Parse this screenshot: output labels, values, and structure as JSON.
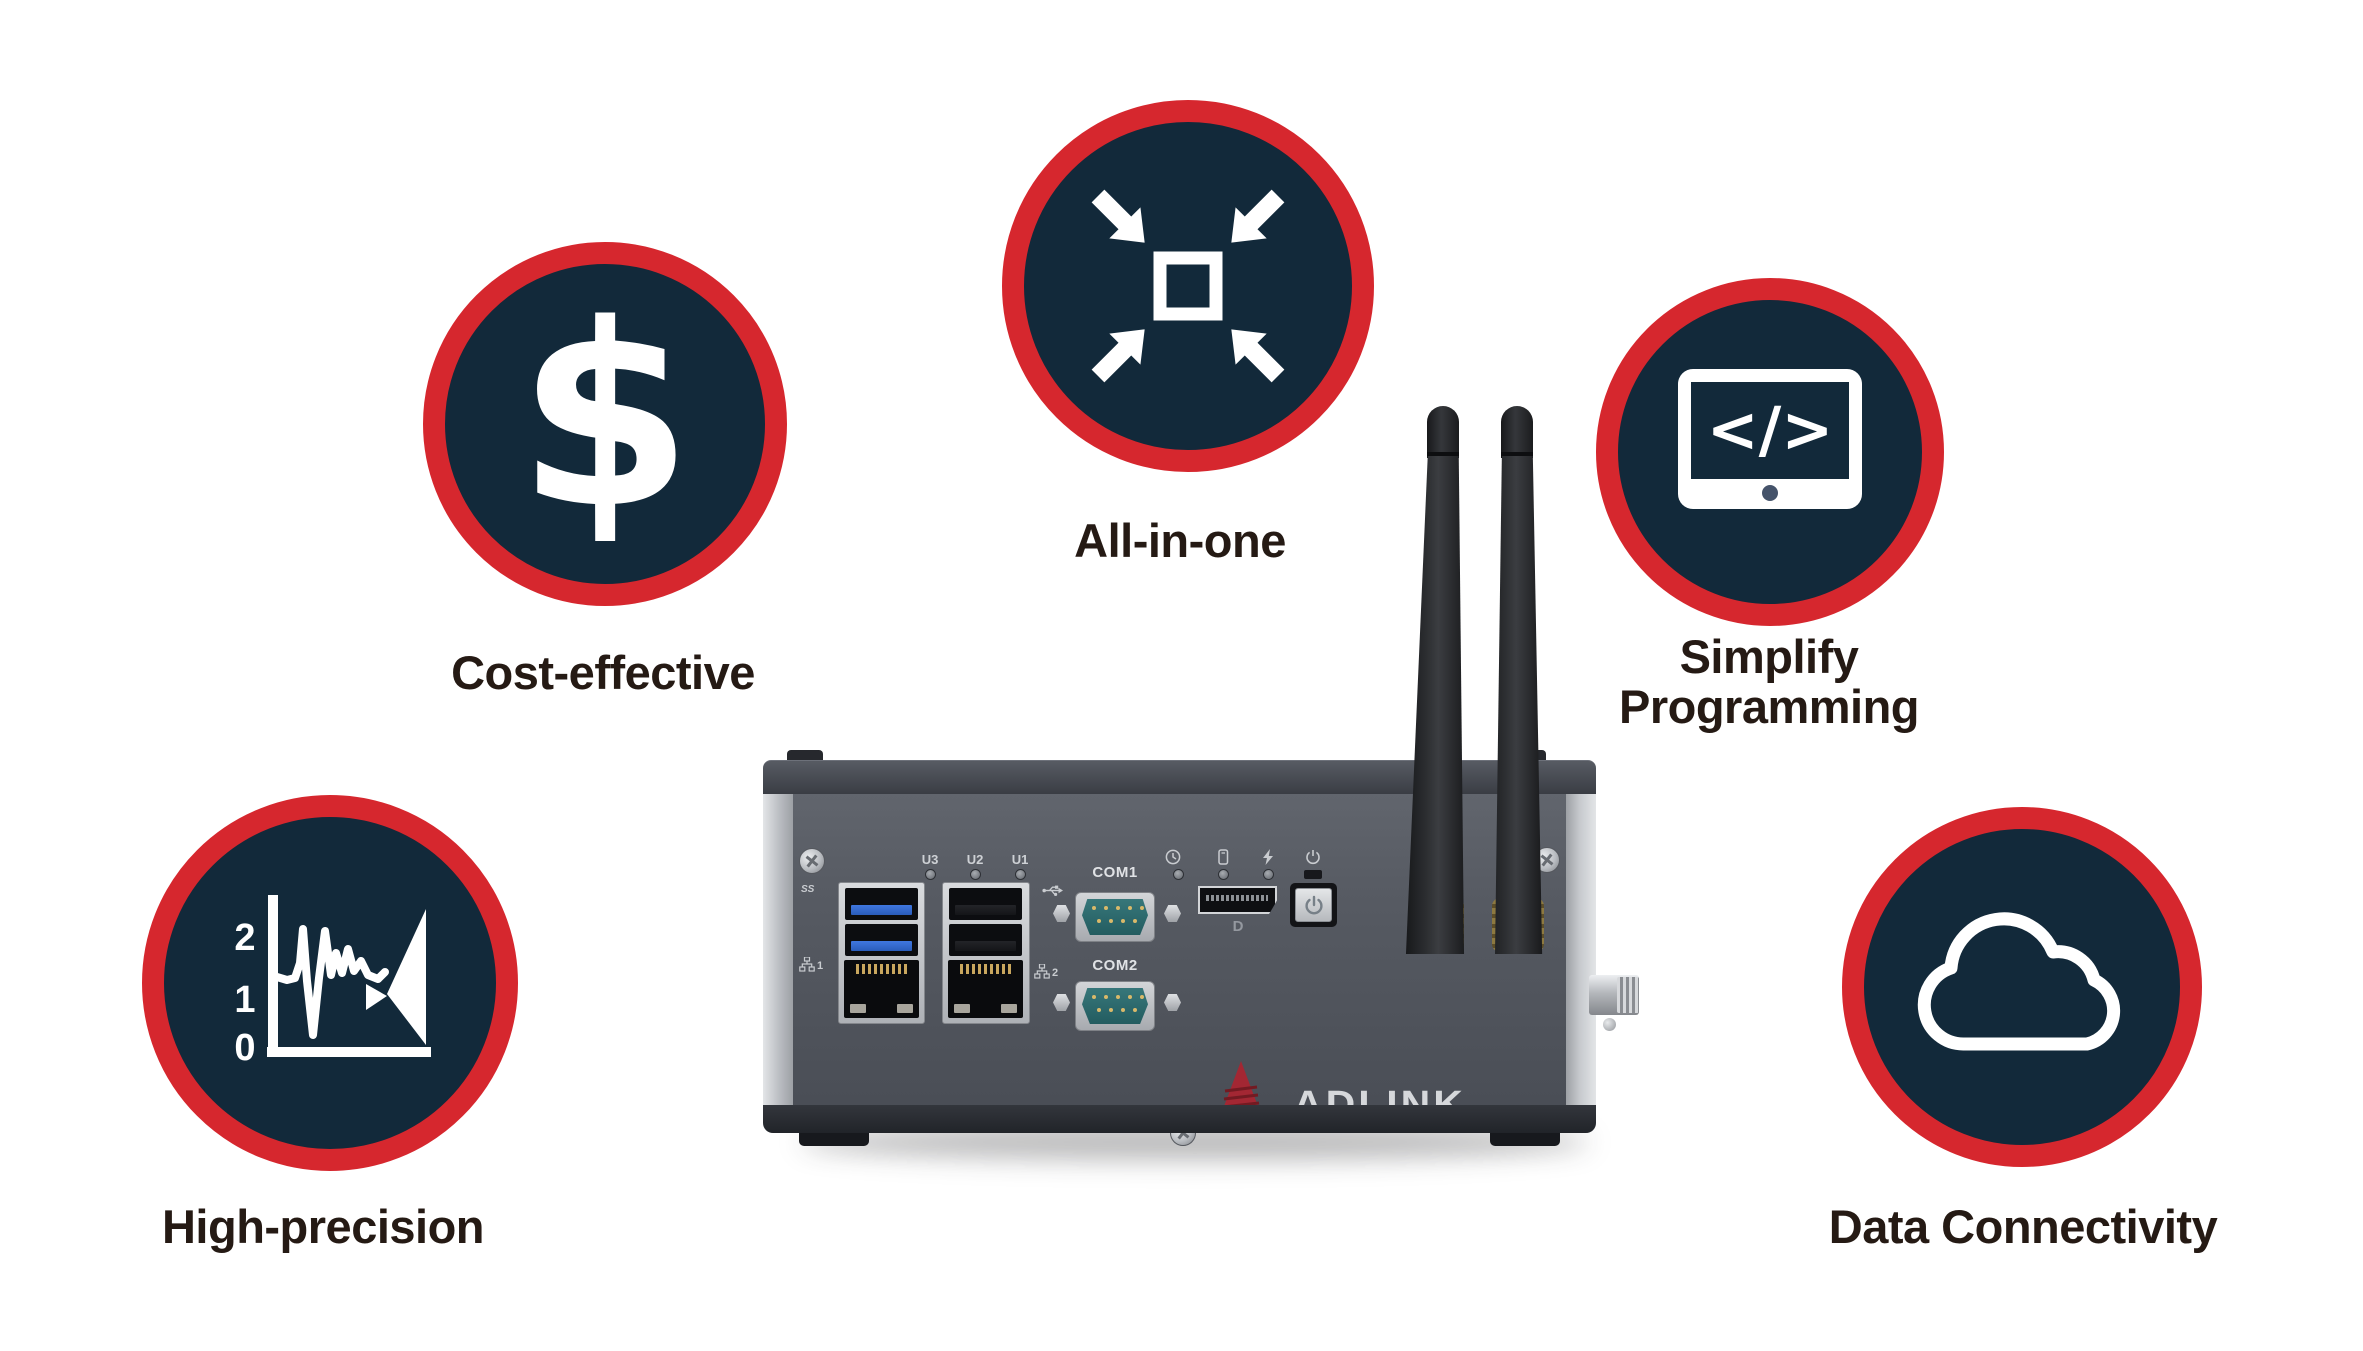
{
  "background": "#ffffff",
  "colors": {
    "ring_red": "#d6272e",
    "circle_navy": "#12293a",
    "label_text": "#251a14",
    "icon_white": "#ffffff"
  },
  "features": [
    {
      "name": "cost-effective",
      "label": "Cost-effective",
      "icon": "dollar-icon",
      "glyph": "$"
    },
    {
      "name": "all-in-one",
      "label": "All-in-one",
      "icon": "compress-arrows-icon"
    },
    {
      "name": "simplify-programming",
      "label_line1": "Simplify",
      "label_line2": "Programming",
      "icon": "code-screen-icon",
      "code_glyph": "</>"
    },
    {
      "name": "high-precision",
      "label": "High-precision",
      "icon": "signal-chart-icon",
      "axis_ticks": [
        "2",
        "1",
        "0"
      ]
    },
    {
      "name": "data-connectivity",
      "label": "Data Connectivity",
      "icon": "cloud-icon"
    }
  ],
  "device": {
    "brand": "ADLINK",
    "registered_mark": "®",
    "usb_port_labels": [
      "U3",
      "U2",
      "U1"
    ],
    "com1_label": "COM1",
    "com2_label": "COM2",
    "displayport_mark": "D",
    "usb3_speed_mark": "SS",
    "lan1_label": "1",
    "lan2_label": "2"
  }
}
